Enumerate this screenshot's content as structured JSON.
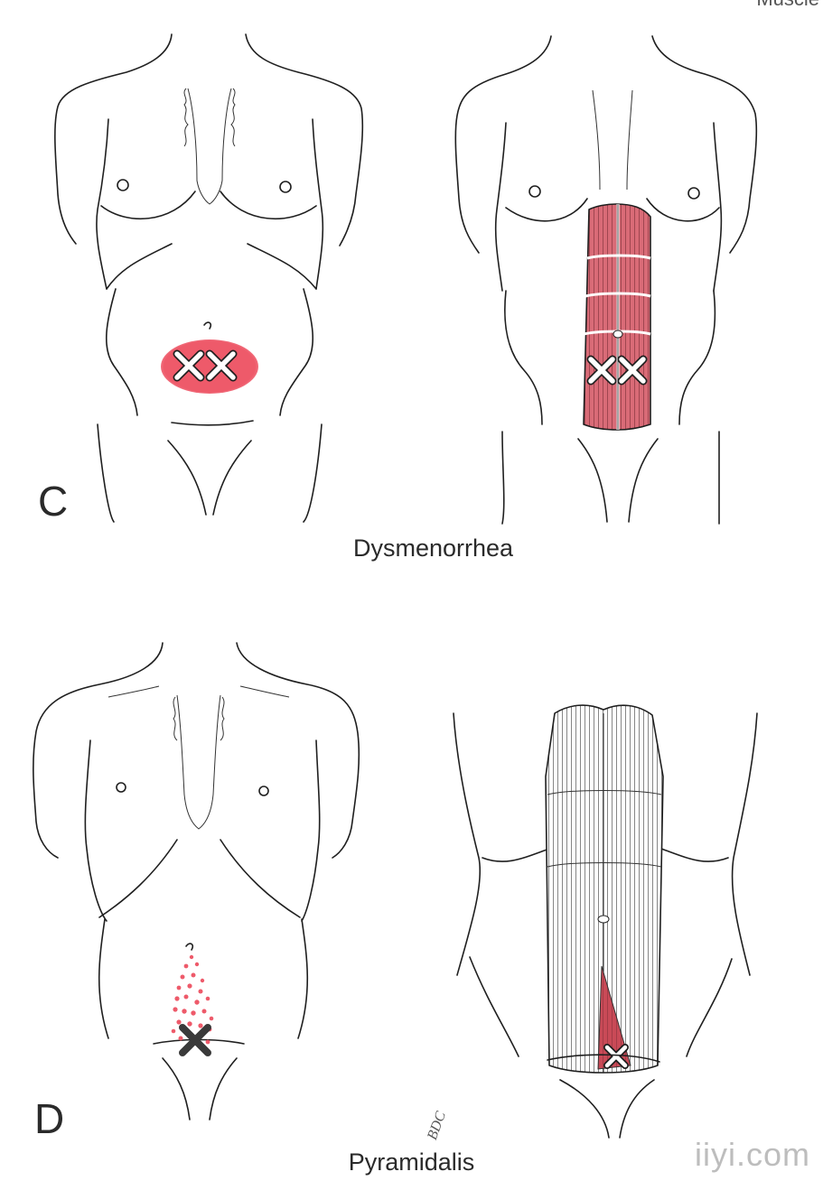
{
  "figure": {
    "panel_c": {
      "letter": "C",
      "caption": "Dysmenorrhea"
    },
    "panel_d": {
      "letter": "D",
      "caption": "Pyramidalis"
    },
    "corner_text": "Muscle",
    "signature": "BDC",
    "watermark": "iiyi.com"
  },
  "colors": {
    "outline": "#1f1f1f",
    "pain_zone": "#ee5a6a",
    "muscle": "#c94a57",
    "trigger_x_dark": "#3a3a3a"
  },
  "icons": [
    "trigger-point-x-icon",
    "nipple-icon",
    "navel-icon"
  ]
}
